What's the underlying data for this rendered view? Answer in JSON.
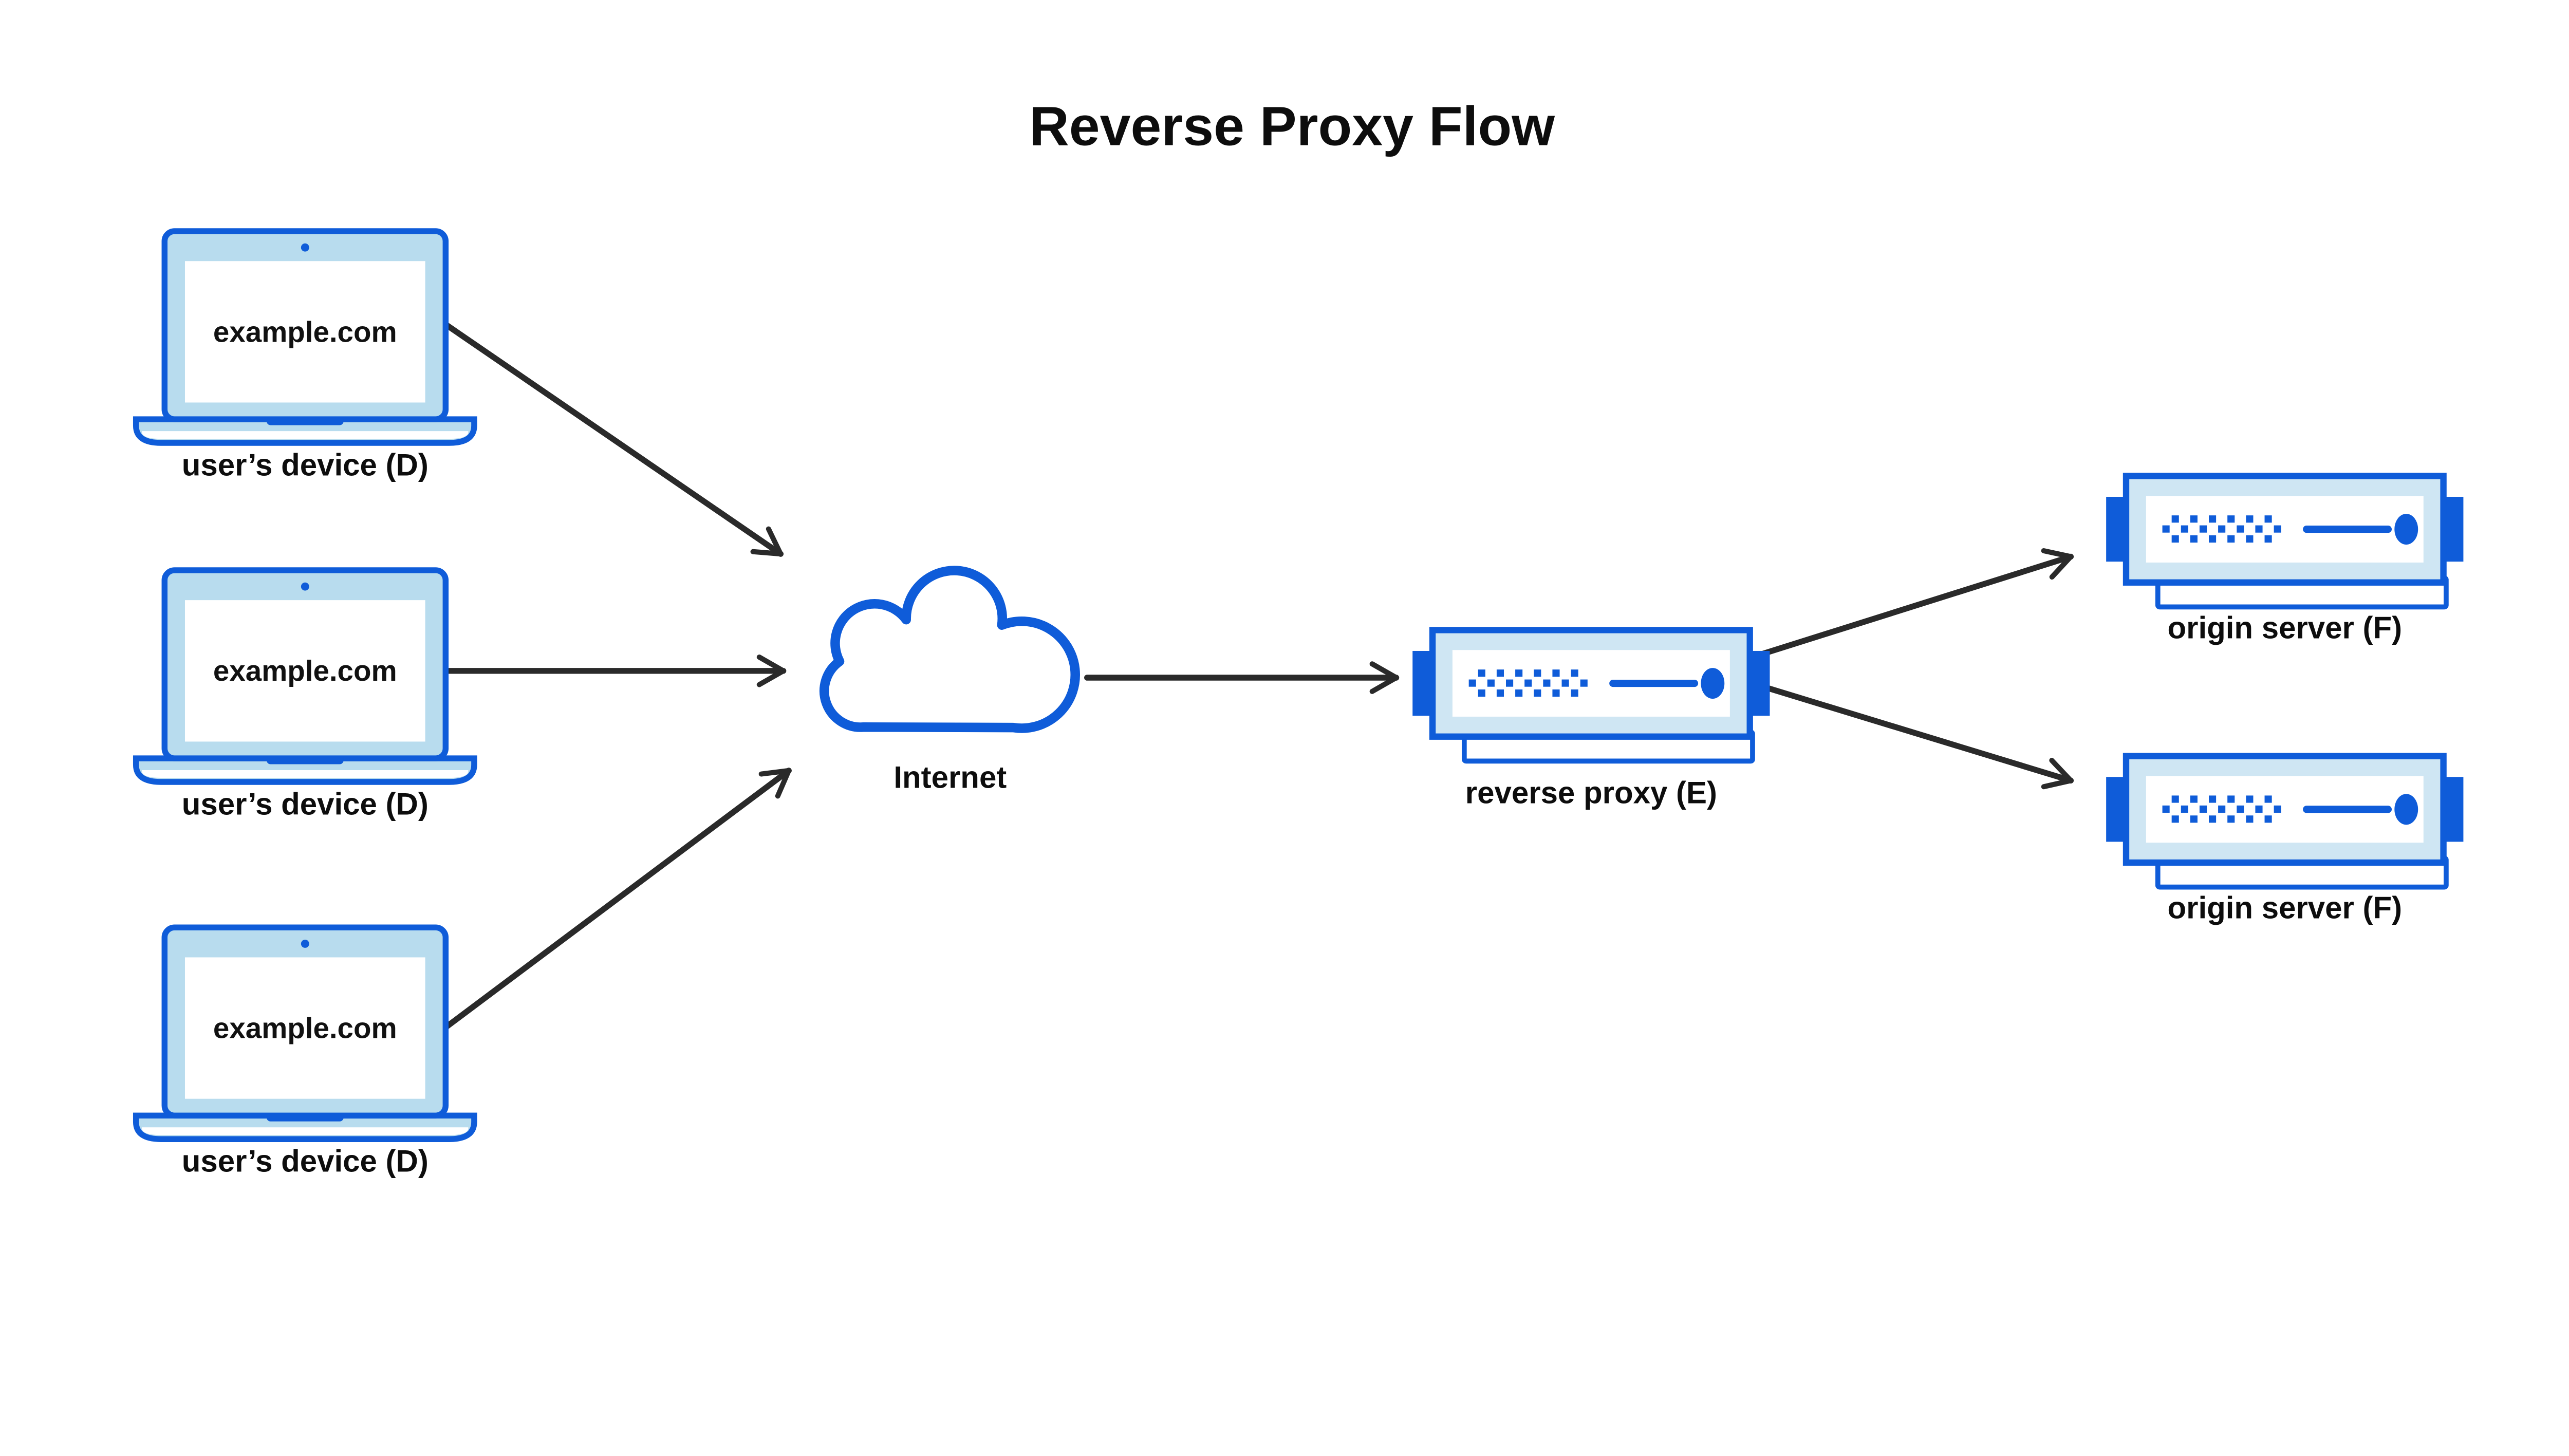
{
  "title": "Reverse Proxy Flow",
  "colors": {
    "primary_blue": "#0f5cd9",
    "laptop_fill": "#b8dcee",
    "server_fill": "#cfe6f3",
    "arrow": "#2a2a2a",
    "text": "#0d0d0d",
    "background": "#ffffff"
  },
  "devices": [
    {
      "id": "user-device-1",
      "screen_text": "example.com",
      "label": "user’s device (D)"
    },
    {
      "id": "user-device-2",
      "screen_text": "example.com",
      "label": "user’s device (D)"
    },
    {
      "id": "user-device-3",
      "screen_text": "example.com",
      "label": "user’s device (D)"
    }
  ],
  "internet": {
    "id": "internet",
    "label": "Internet"
  },
  "reverse_proxy": {
    "id": "reverse-proxy",
    "label": "reverse proxy (E)"
  },
  "origin_servers": [
    {
      "id": "origin-server-1",
      "label": "origin server (F)"
    },
    {
      "id": "origin-server-2",
      "label": "origin server (F)"
    }
  ],
  "icons": {
    "device": "laptop-icon",
    "internet": "cloud-icon",
    "reverse_proxy": "server-icon",
    "origin_server": "server-icon"
  },
  "edges": [
    {
      "from": "user-device-1",
      "to": "internet"
    },
    {
      "from": "user-device-2",
      "to": "internet"
    },
    {
      "from": "user-device-3",
      "to": "internet"
    },
    {
      "from": "internet",
      "to": "reverse-proxy"
    },
    {
      "from": "reverse-proxy",
      "to": "origin-server-1"
    },
    {
      "from": "reverse-proxy",
      "to": "origin-server-2"
    }
  ]
}
